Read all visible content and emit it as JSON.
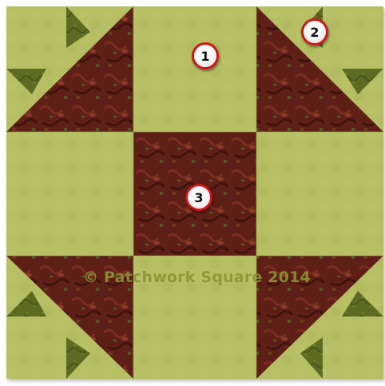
{
  "markers": [
    {
      "label": "1"
    },
    {
      "label": "2"
    },
    {
      "label": "3"
    }
  ],
  "watermark": "© Patchwork Square 2014",
  "colors": {
    "background_fabric": "#b6bf63",
    "dark_print_fabric": "#5e1f17",
    "olive_fabric": "#5c6a22",
    "marker_ring": "#d0151a"
  }
}
